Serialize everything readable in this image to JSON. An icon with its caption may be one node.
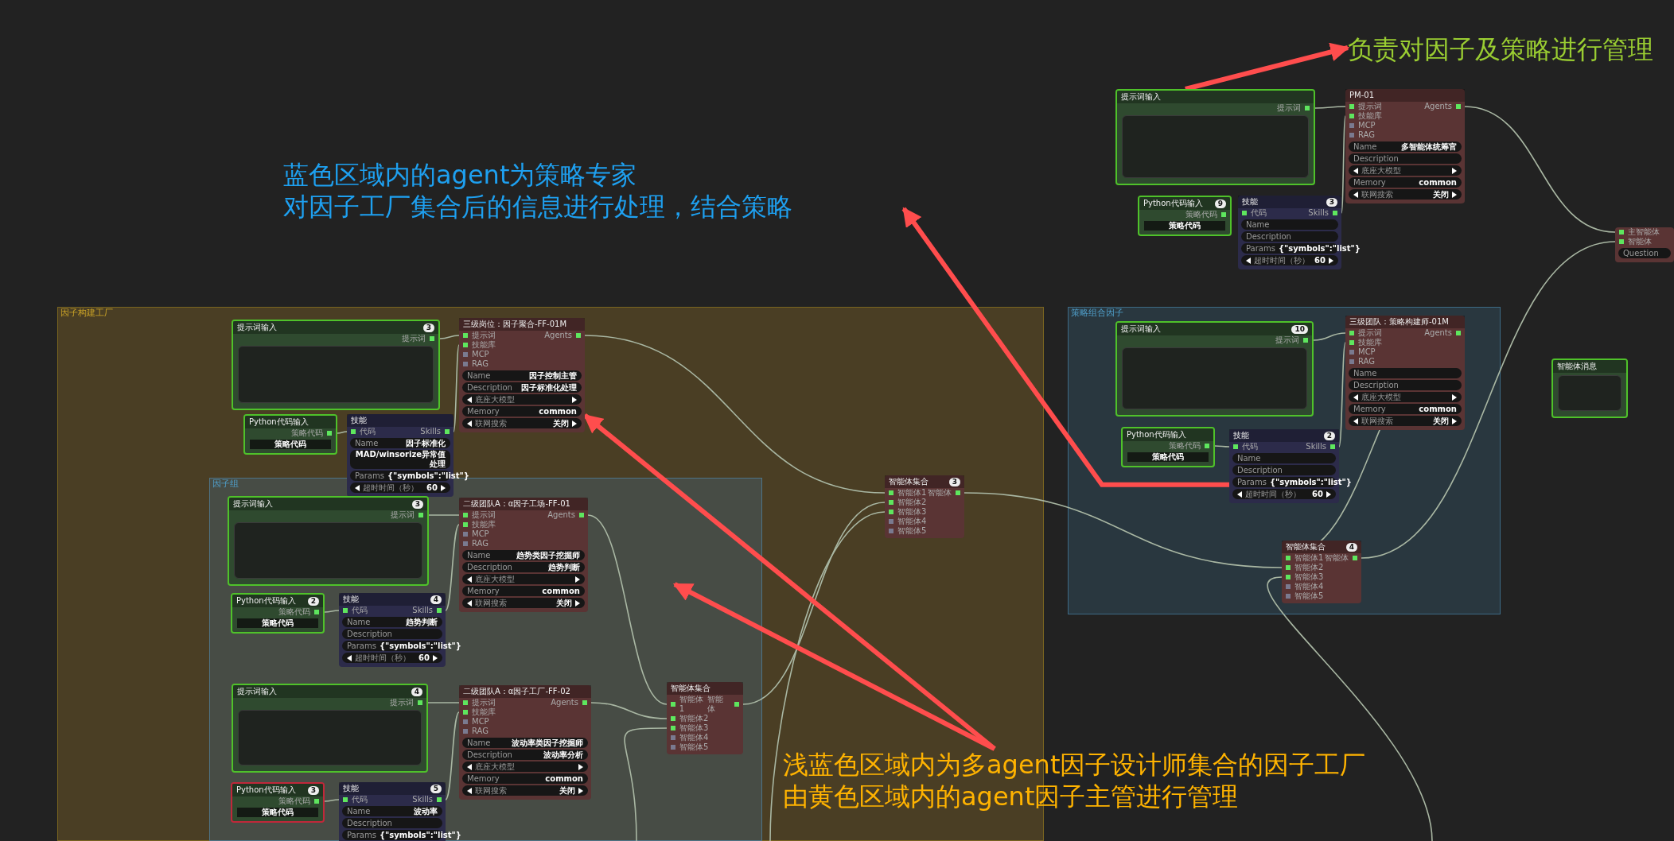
{
  "diagram": {
    "nodes": [
      {
        "text": [
          "因子构建工厂"
        ]
      },
      {
        "text": [
          "提示词输入",
          "3",
          "提示词"
        ],
        "in": 0
      },
      {
        "text": [
          "Python代码输入",
          "策略代码",
          "策略代码"
        ],
        "in": 0
      },
      {
        "text": [
          "技能",
          "代码",
          "Skills",
          "Name",
          "因子标准化",
          "MAD/winsorize异常值处理",
          "Params",
          "{\"symbols\":\"list\"}",
          "超时时间（秒）",
          "60"
        ],
        "in": 0
      },
      {
        "text": [
          "三级岗位：因子聚合-FF-01M",
          "提示词",
          "Agents",
          "技能库",
          "MCP",
          "RAG",
          "Name",
          "因子控制主管",
          "Description",
          "因子标准化处理",
          "底座大模型",
          "Memory",
          "common",
          "联网搜索",
          "关闭"
        ],
        "in": 0
      },
      {
        "text": [
          "因子组"
        ],
        "in": 0
      },
      {
        "text": [
          "提示词输入",
          "3",
          "提示词"
        ],
        "in": 5
      },
      {
        "text": [
          "Python代码输入",
          "2",
          "策略代码",
          "策略代码"
        ],
        "in": 5
      },
      {
        "text": [
          "技能",
          "4",
          "代码",
          "Skills",
          "Name",
          "趋势判断",
          "Description",
          "Params",
          "{\"symbols\":\"list\"}",
          "超时时间（秒）",
          "60"
        ],
        "in": 5
      },
      {
        "text": [
          "二级团队A：α因子工场-FF-01",
          "提示词",
          "Agents",
          "技能库",
          "MCP",
          "RAG",
          "Name",
          "趋势类因子挖掘师",
          "Description",
          "趋势判断",
          "底座大模型",
          "Memory",
          "common",
          "联网搜索",
          "关闭"
        ],
        "in": 5
      },
      {
        "text": [
          "提示词输入",
          "4",
          "提示词"
        ],
        "in": 5
      },
      {
        "text": [
          "Python代码输入",
          "3",
          "策略代码",
          "策略代码"
        ],
        "in": 5
      },
      {
        "text": [
          "技能",
          "5",
          "代码",
          "Skills",
          "Name",
          "波动率",
          "Description",
          "Params",
          "{\"symbols\":\"list\"}"
        ],
        "in": 5
      },
      {
        "text": [
          "二级团队A：α因子工厂-FF-02",
          "提示词",
          "Agents",
          "技能库",
          "MCP",
          "RAG",
          "Name",
          "波动率类因子挖掘师",
          "Description",
          "波动率分析",
          "底座大模型",
          "Memory",
          "common",
          "联网搜索",
          "关闭"
        ],
        "in": 5
      },
      {
        "text": [
          "智能体集合",
          "智能体1",
          "智能体",
          "智能体2",
          "智能体3",
          "智能体4",
          "智能体5"
        ],
        "in": 5
      },
      {
        "text": [
          "智能体集合",
          "3",
          "智能体1",
          "智能体",
          "智能体2",
          "智能体3",
          "智能体4",
          "智能体5"
        ],
        "in": 0
      },
      {
        "text": [
          "策略组合因子"
        ]
      },
      {
        "text": [
          "提示词输入",
          "10",
          "提示词"
        ],
        "in": 16
      },
      {
        "text": [
          "Python代码输入",
          "策略代码",
          "策略代码"
        ],
        "in": 16
      },
      {
        "text": [
          "技能",
          "2",
          "代码",
          "Skills",
          "Name",
          "Description",
          "Params",
          "{\"symbols\":\"list\"}",
          "超时时间（秒）",
          "60"
        ],
        "in": 16
      },
      {
        "text": [
          "三级团队：策略构建师-01M",
          "提示词",
          "Agents",
          "技能库",
          "MCP",
          "RAG",
          "Name",
          "Description",
          "底座大模型",
          "Memory",
          "common",
          "联网搜索",
          "关闭"
        ],
        "in": 16
      },
      {
        "text": [
          "智能体集合",
          "4",
          "智能体1",
          "智能体",
          "智能体2",
          "智能体3",
          "智能体4",
          "智能体5"
        ],
        "in": 16
      },
      {
        "text": [
          "提示词输入",
          "提示词"
        ]
      },
      {
        "text": [
          "Python代码输入",
          "9",
          "策略代码",
          "策略代码"
        ]
      },
      {
        "text": [
          "技能",
          "3",
          "代码",
          "Skills",
          "Name",
          "Description",
          "Params",
          "{\"symbols\":\"list\"}",
          "超时时间（秒）",
          "60"
        ]
      },
      {
        "text": [
          "PM-01",
          "提示词",
          "Agents",
          "技能库",
          "MCP",
          "RAG",
          "Name",
          "多智能体统筹官",
          "Description",
          "底座大模型",
          "Memory",
          "common",
          "联网搜索",
          "关闭"
        ]
      },
      {
        "text": [
          "主智能体",
          "智能体",
          "Question"
        ]
      },
      {
        "text": [
          "智能体消息"
        ]
      },
      {
        "text": [
          "负责对因子及策略进行管理"
        ]
      },
      {
        "text": [
          "蓝色区域内的agent为策略专家",
          "对因子工厂集合后的信息进行处理，结合策略"
        ]
      },
      {
        "text": [
          "浅蓝色区域内为多agent因子设计师集合的因子工厂",
          "由黄色区域内的agent因子主管进行管理"
        ]
      },
      {
        "text": [],
        "shape": "box",
        "in": 1
      },
      {
        "text": [],
        "shape": "box",
        "in": 6
      },
      {
        "text": [],
        "shape": "box",
        "in": 10
      },
      {
        "text": [],
        "shape": "box",
        "in": 17
      },
      {
        "text": [],
        "shape": "box",
        "in": 22
      },
      {
        "text": [],
        "shape": "box",
        "in": 27
      }
    ],
    "edges": [
      {
        "from": 1,
        "to": 4,
        "arrow": "none"
      },
      {
        "from": 3,
        "to": 4,
        "arrow": "none"
      },
      {
        "from": 2,
        "to": 3,
        "arrow": "none"
      },
      {
        "from": 4,
        "to": 15,
        "arrow": "none"
      },
      {
        "from": 6,
        "to": 9,
        "arrow": "none"
      },
      {
        "from": 8,
        "to": 9,
        "arrow": "none"
      },
      {
        "from": 7,
        "to": 8,
        "arrow": "none"
      },
      {
        "from": 9,
        "to": 14,
        "arrow": "none"
      },
      {
        "from": 10,
        "to": 13,
        "arrow": "none"
      },
      {
        "from": 12,
        "to": 13,
        "arrow": "none"
      },
      {
        "from": 11,
        "to": 12,
        "arrow": "none"
      },
      {
        "from": 13,
        "to": 14,
        "arrow": "none"
      },
      {
        "from": null,
        "to": 14,
        "arrow": "none"
      },
      {
        "from": 14,
        "to": 15,
        "arrow": "none"
      },
      {
        "from": null,
        "to": 15,
        "arrow": "none"
      },
      {
        "from": 17,
        "to": 20,
        "arrow": "none"
      },
      {
        "from": 19,
        "to": 20,
        "arrow": "none"
      },
      {
        "from": 18,
        "to": 19,
        "arrow": "none"
      },
      {
        "from": 20,
        "to": 21,
        "arrow": "none"
      },
      {
        "from": 15,
        "to": 21,
        "arrow": "none"
      },
      {
        "from": null,
        "to": 21,
        "arrow": "none"
      },
      {
        "from": 22,
        "to": 25,
        "arrow": "none"
      },
      {
        "from": 24,
        "to": 25,
        "arrow": "none"
      },
      {
        "from": 25,
        "to": 26,
        "arrow": "none"
      },
      {
        "from": 21,
        "to": 26,
        "arrow": "none"
      },
      {
        "from": 30,
        "to": 4,
        "arrow": "to",
        "style": "thick",
        "color": "#ff4d4d"
      },
      {
        "from": 30,
        "to": null,
        "arrow": "to",
        "style": "thick",
        "color": "#ff4d4d"
      },
      {
        "from": 19,
        "to": 29,
        "arrow": "to",
        "style": "thick",
        "color": "#ff4d4d"
      },
      {
        "from": 22,
        "to": 28,
        "arrow": "to",
        "style": "thick",
        "color": "#ff4d4d"
      }
    ]
  }
}
